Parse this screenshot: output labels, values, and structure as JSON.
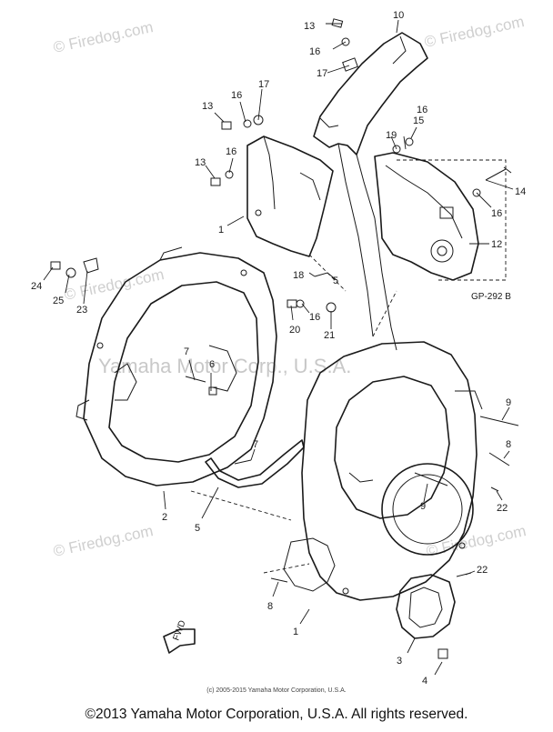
{
  "watermarks": {
    "firedog": "© Firedog.com",
    "yamaha": "Yamaha Motor Corp., U.S.A."
  },
  "diagram_code": "GP-292 B",
  "fwd_label": "FWD",
  "callouts": {
    "c1": "1",
    "c2": "1",
    "c3": "2",
    "c4": "3",
    "c5": "4",
    "c6": "5",
    "c7": "6",
    "c8": "7",
    "c9": "7",
    "c10": "8",
    "c11": "8",
    "c12": "9",
    "c13": "9",
    "c14": "10",
    "c15": "12",
    "c16": "13",
    "c17": "13",
    "c18": "13",
    "c19": "14",
    "c20": "15",
    "c21": "16",
    "c22": "16",
    "c23": "16",
    "c24": "16",
    "c25": "16",
    "c26": "17",
    "c27": "17",
    "c28": "18",
    "c29": "19",
    "c30": "20",
    "c31": "21",
    "c32": "22",
    "c33": "22",
    "c34": "23",
    "c35": "24",
    "c36": "25"
  },
  "credit_small": "(c) 2005-2015 Yamaha Motor Corporation, U.S.A.",
  "footer": "©2013 Yamaha Motor Corporation, U.S.A. All rights reserved."
}
